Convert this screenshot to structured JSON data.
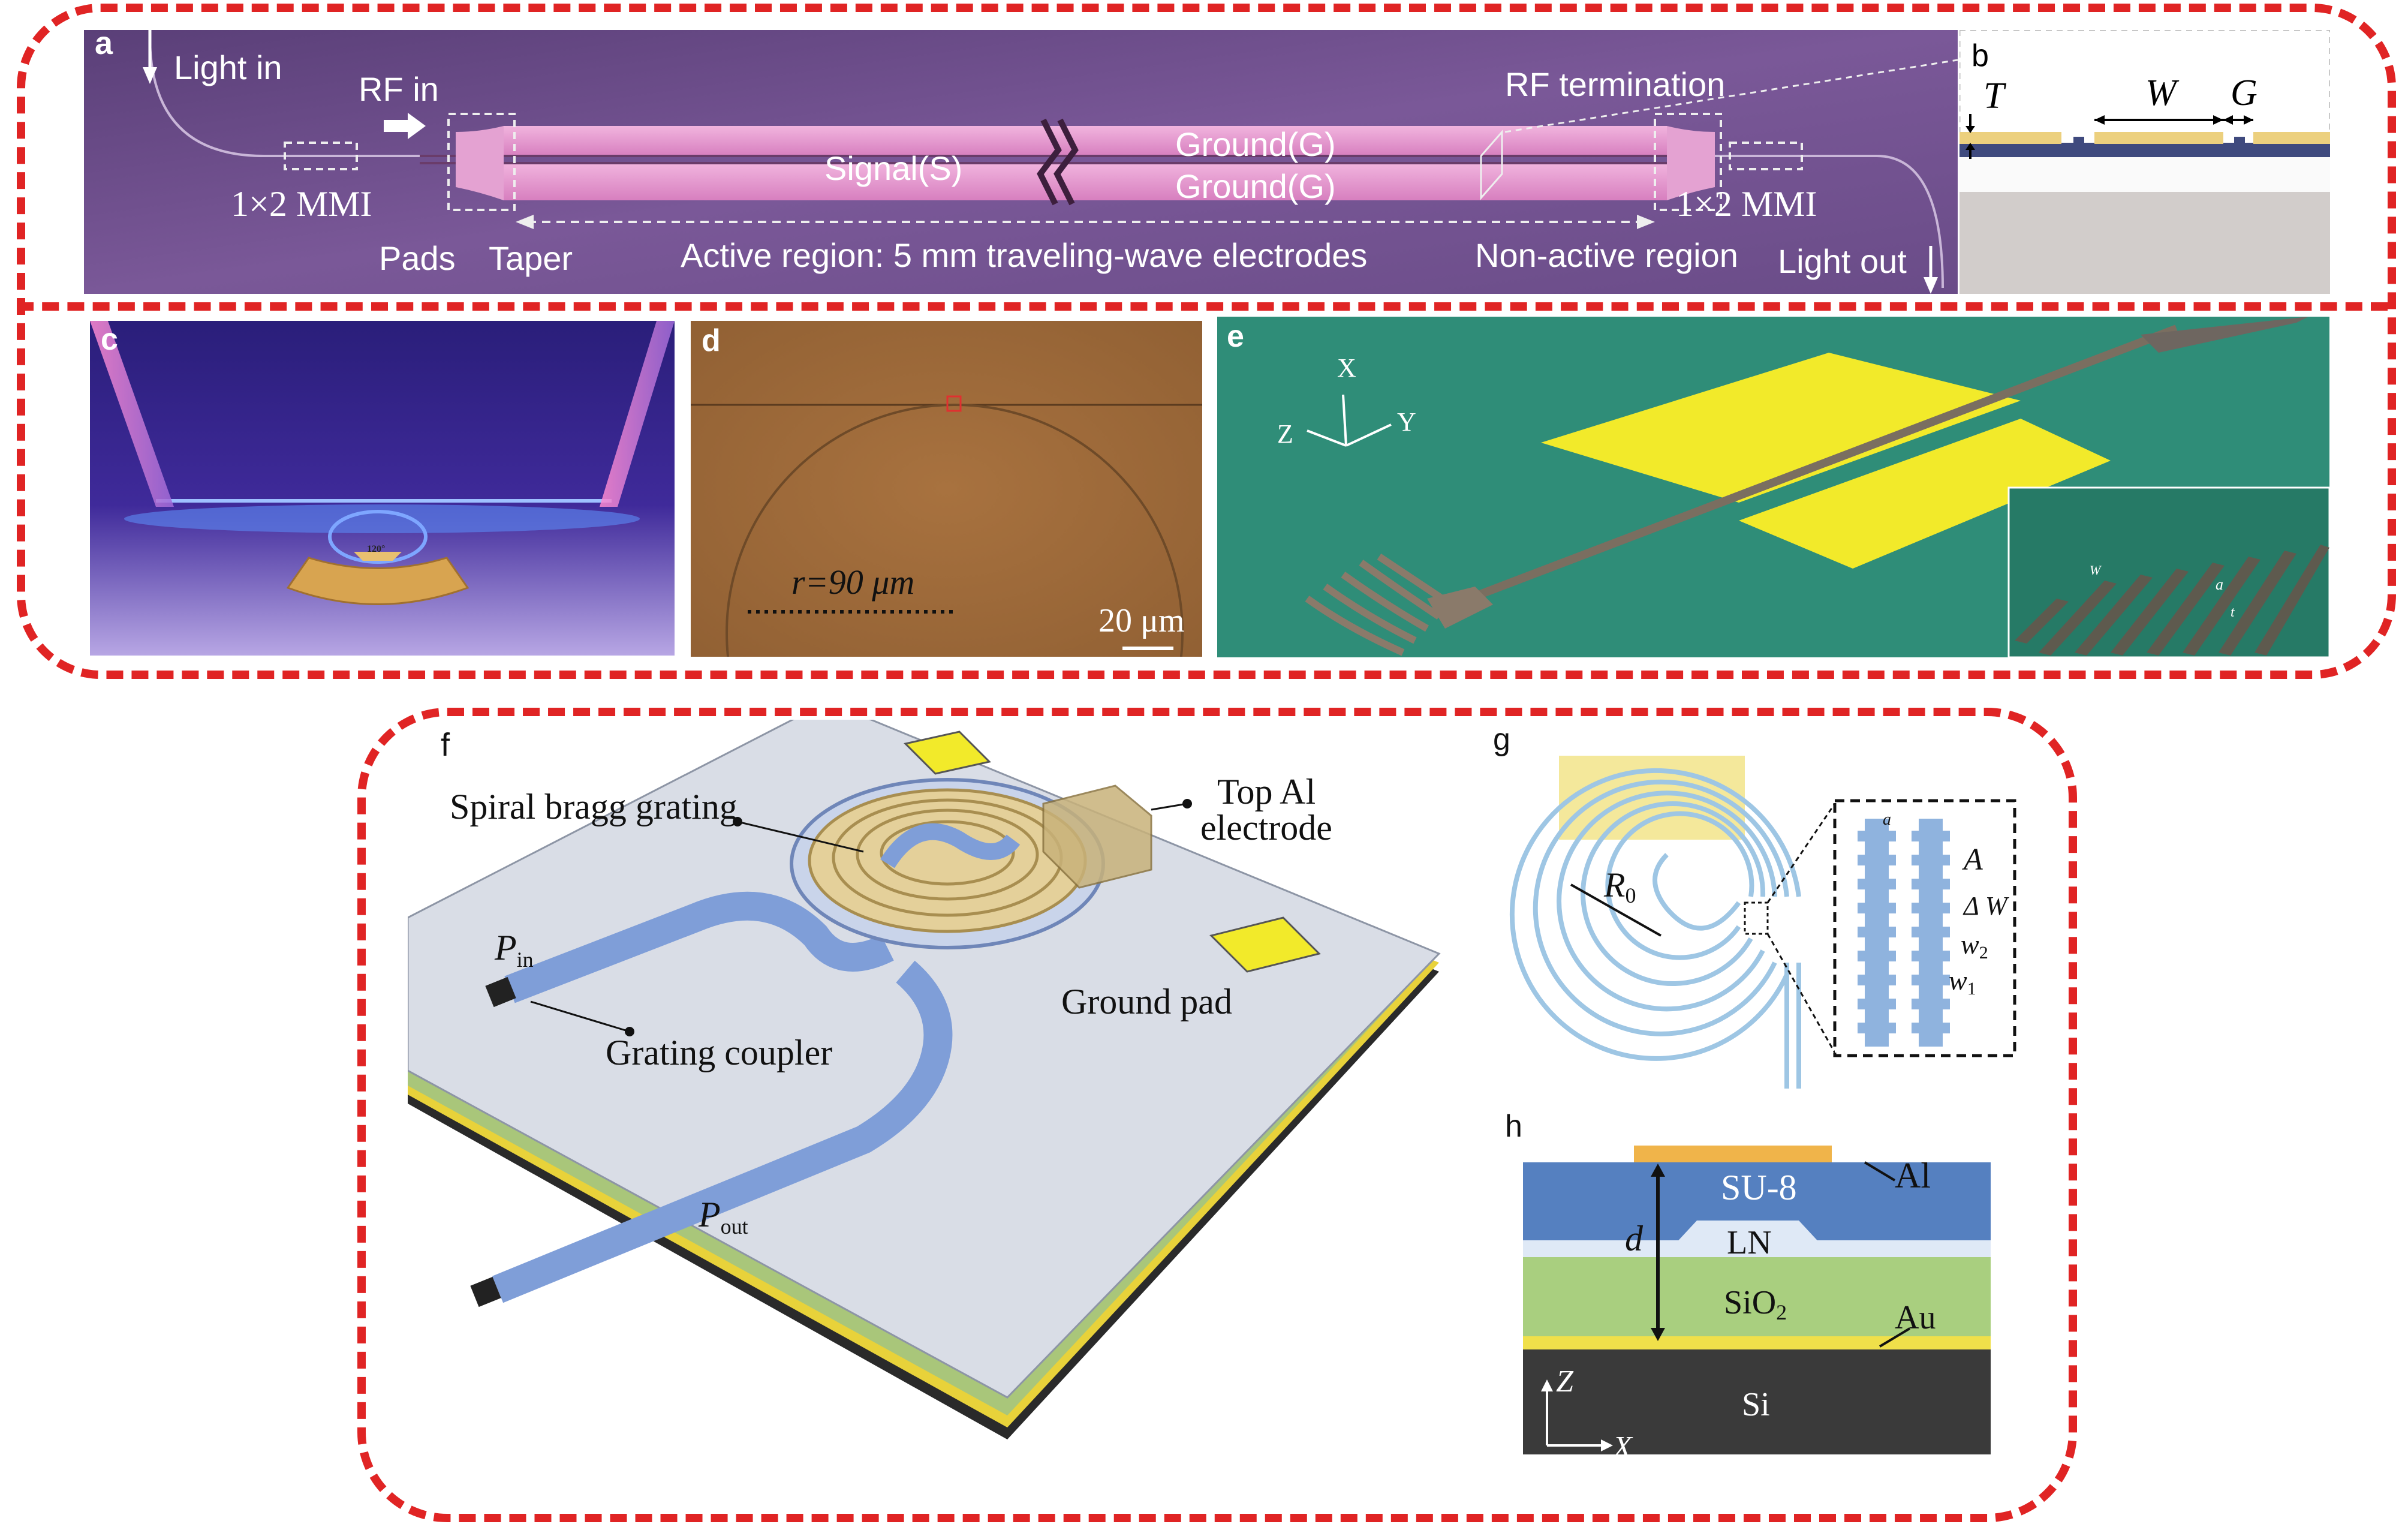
{
  "panel_a": {
    "letter": "a",
    "light_in": "Light in",
    "rf_in": "RF in",
    "mmi_left": "1×2 MMI",
    "pads": "Pads",
    "taper": "Taper",
    "signal": "Signal(S)",
    "ground_top": "Ground(G)",
    "ground_bottom": "Ground(G)",
    "active_region": "Active region: 5 mm traveling-wave electrodes",
    "rf_termination": "RF termination",
    "mmi_right": "1×2 MMI",
    "non_active": "Non-active region",
    "light_out": "Light out"
  },
  "panel_b": {
    "letter": "b",
    "T": "T",
    "W": "W",
    "G": "G"
  },
  "panel_c": {
    "letter": "c",
    "angle": "120°"
  },
  "panel_d": {
    "letter": "d",
    "radius": "r=90 μm",
    "scale": "20 μm"
  },
  "panel_e": {
    "letter": "e",
    "axis_x": "X",
    "axis_y": "Y",
    "axis_z": "Z",
    "inset_w": "W",
    "inset_a": "a",
    "inset_t": "t"
  },
  "panel_f": {
    "letter": "f",
    "spiral": "Spiral bragg grating",
    "top_al_1": "Top Al",
    "top_al_2": "electrode",
    "p_in": "P",
    "p_in_sub": "in",
    "grating_coupler": "Grating coupler",
    "ground_pad": "Ground pad",
    "p_out": "P",
    "p_out_sub": "out"
  },
  "panel_g": {
    "letter": "g",
    "r0": "R",
    "r0_sub": "0",
    "a": "a",
    "A": "A",
    "dw": "Δ W",
    "w2": "w",
    "w2_sub": "2",
    "w1": "w",
    "w1_sub": "1"
  },
  "panel_h": {
    "letter": "h",
    "su8": "SU-8",
    "al": "Al",
    "d": "d",
    "ln": "LN",
    "sio2": "SiO",
    "sio2_sub": "2",
    "au": "Au",
    "z": "Z",
    "si": "Si",
    "x": "X"
  },
  "colors": {
    "frame": "#e02424",
    "chip_purple": "#6f4f8c",
    "electrode_pink": "#e59ad0",
    "microscope_brown": "#9a6a3c",
    "sim_green": "#2e8c74",
    "gold": "#f0d020",
    "waveguide_blue": "#7f9ed8",
    "su8_blue": "#4f7fc0",
    "sio2_green": "#a9cf7f",
    "si_dark": "#3a3a3a"
  }
}
